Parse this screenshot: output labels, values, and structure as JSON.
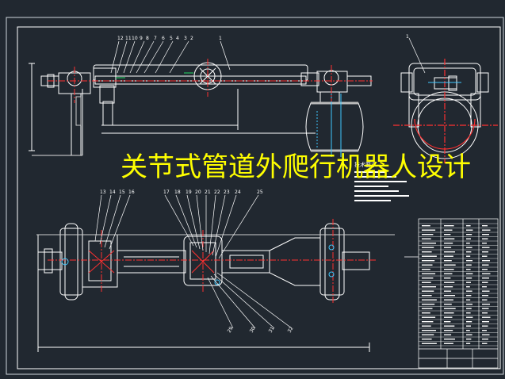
{
  "drawing": {
    "overlay_title": "关节式管道外爬行机器人设计",
    "tech_notes_heading": "技术要求",
    "colors": {
      "background": "#212830",
      "linework": "#ffffff",
      "centerline": "#ff3030",
      "hidden_line": "#3ec8ff",
      "leader": "#ffffff",
      "title_text": "#ffff00"
    },
    "top_view_balloons": [
      "12",
      "11",
      "10",
      "9",
      "8",
      "7",
      "6",
      "5",
      "4",
      "3",
      "2",
      "1"
    ],
    "bottom_view_balloons_top": [
      "13",
      "14",
      "15",
      "16",
      "17",
      "18",
      "19",
      "20",
      "21",
      "22",
      "23",
      "24",
      "25"
    ],
    "bottom_view_balloons_bottom": [
      "29",
      "30",
      "31",
      "32"
    ],
    "side_view_balloon": "1"
  }
}
